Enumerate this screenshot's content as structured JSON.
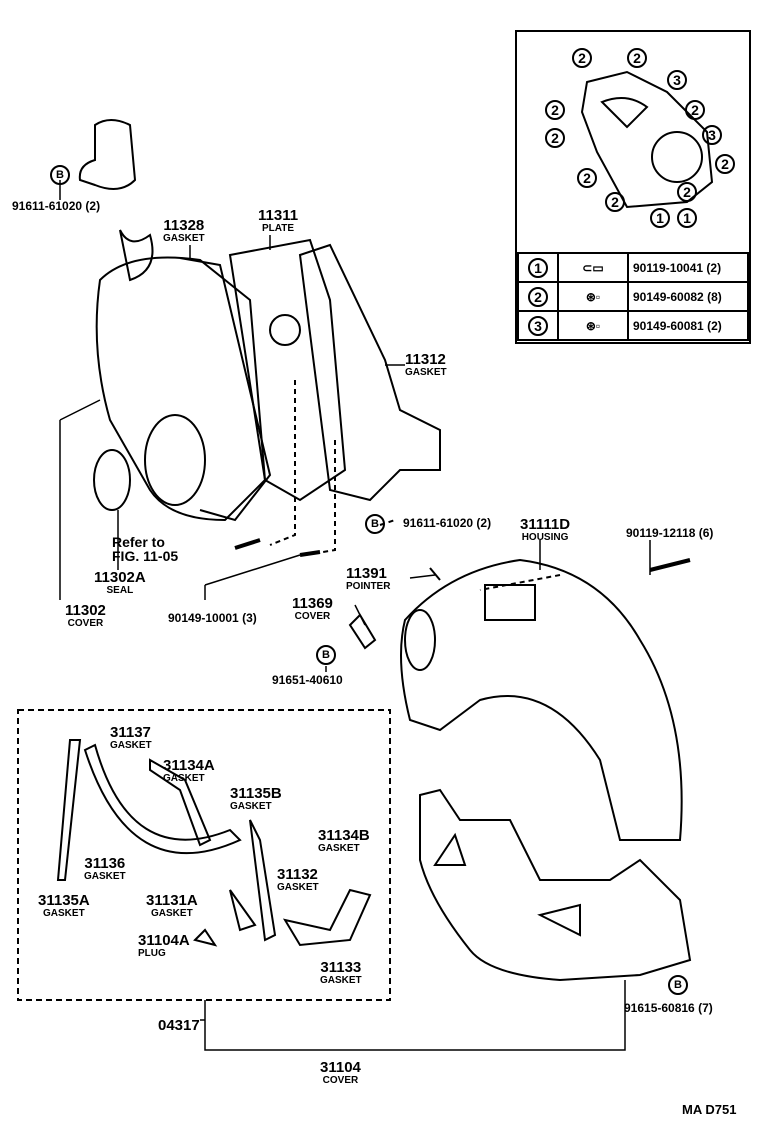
{
  "inset": {
    "callouts": [
      "2",
      "2",
      "3",
      "2",
      "2",
      "2",
      "3",
      "2",
      "2",
      "2",
      "2",
      "1",
      "1"
    ],
    "table": [
      {
        "key": "1",
        "icon": "bolt-icon",
        "part": "90119-10041 (2)"
      },
      {
        "key": "2",
        "icon": "bolt-washer-icon",
        "part": "90149-60082 (8)"
      },
      {
        "key": "3",
        "icon": "bolt-washer-icon",
        "part": "90149-60081 (2)"
      }
    ]
  },
  "labels": {
    "p91611_top": "91611-61020 (2)",
    "p11328": {
      "num": "11328",
      "name": "GASKET"
    },
    "p11311": {
      "num": "11311",
      "name": "PLATE"
    },
    "p11312": {
      "num": "11312",
      "name": "GASKET"
    },
    "refer": "Refer to",
    "refer_fig": "FIG. 11-05",
    "p11302A": {
      "num": "11302A",
      "name": "SEAL"
    },
    "p11302": {
      "num": "11302",
      "name": "COVER"
    },
    "p91611_mid": "91611-61020 (2)",
    "p31111D": {
      "num": "31111D",
      "name": "HOUSING"
    },
    "p90119": "90119-12118 (6)",
    "p11391": {
      "num": "11391",
      "name": "POINTER"
    },
    "p11369": {
      "num": "11369",
      "name": "COVER"
    },
    "p90149": "90149-10001 (3)",
    "p91651": "91651-40610",
    "p31137": {
      "num": "31137",
      "name": "GASKET"
    },
    "p31134A": {
      "num": "31134A",
      "name": "GASKET"
    },
    "p31135B": {
      "num": "31135B",
      "name": "GASKET"
    },
    "p31134B": {
      "num": "31134B",
      "name": "GASKET"
    },
    "p31136": {
      "num": "31136",
      "name": "GASKET"
    },
    "p31132": {
      "num": "31132",
      "name": "GASKET"
    },
    "p31135A": {
      "num": "31135A",
      "name": "GASKET"
    },
    "p31131A": {
      "num": "31131A",
      "name": "GASKET"
    },
    "p31104A": {
      "num": "31104A",
      "name": "PLUG"
    },
    "p31133": {
      "num": "31133",
      "name": "GASKET"
    },
    "p04317": "04317",
    "p31104": {
      "num": "31104",
      "name": "COVER"
    },
    "p91615": "91615-60816 (7)",
    "bolt_mark": "B",
    "figure_code": "MA  D751"
  }
}
